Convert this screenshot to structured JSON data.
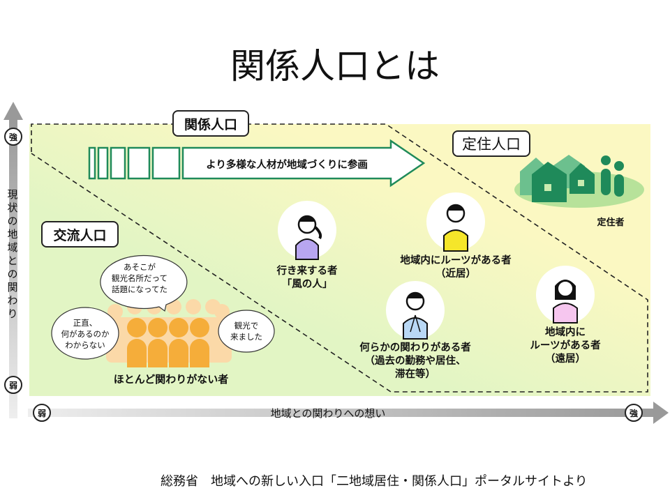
{
  "title": "関係人口とは",
  "axes": {
    "y_label": "現状の地域との関わり",
    "y_strong": "強",
    "y_weak": "弱",
    "x_label": "地域との関わりへの想い",
    "x_weak": "弱",
    "x_strong": "強"
  },
  "regions": {
    "kankei": "関係人口",
    "koryu": "交流人口",
    "teiju": "定住人口"
  },
  "arrow_text": "より多様な人材が地域づくりに参画",
  "people": [
    {
      "line1": "行き来する者",
      "line2": "「風の人」"
    },
    {
      "line1": "地域内にルーツがある者",
      "line2": "（近居）"
    },
    {
      "line1": "何らかの関わりがある者",
      "line2": "（過去の勤務や居住、",
      "line3": "滞在等）"
    },
    {
      "line1": "地域内に",
      "line2": "ルーツがある者",
      "line3": "（遠居）"
    }
  ],
  "teijusha": "定住者",
  "crowd_label": "ほとんど関わりがない者",
  "bubbles": {
    "top": [
      "あそこが",
      "観光名所だって",
      "話題になってた"
    ],
    "left": [
      "正直、",
      "何があるのか",
      "わからない"
    ],
    "right": [
      "観光で",
      "来ました"
    ]
  },
  "footer": "総務省　地域への新しい入口「二地域居住・関係人口」ポータルサイトより",
  "colors": {
    "green_area": "#e2f5c4",
    "yellow_area": "#fbf8c2",
    "accent_green": "#1f8a5a",
    "crowd_orange": "#f5ad3a"
  }
}
